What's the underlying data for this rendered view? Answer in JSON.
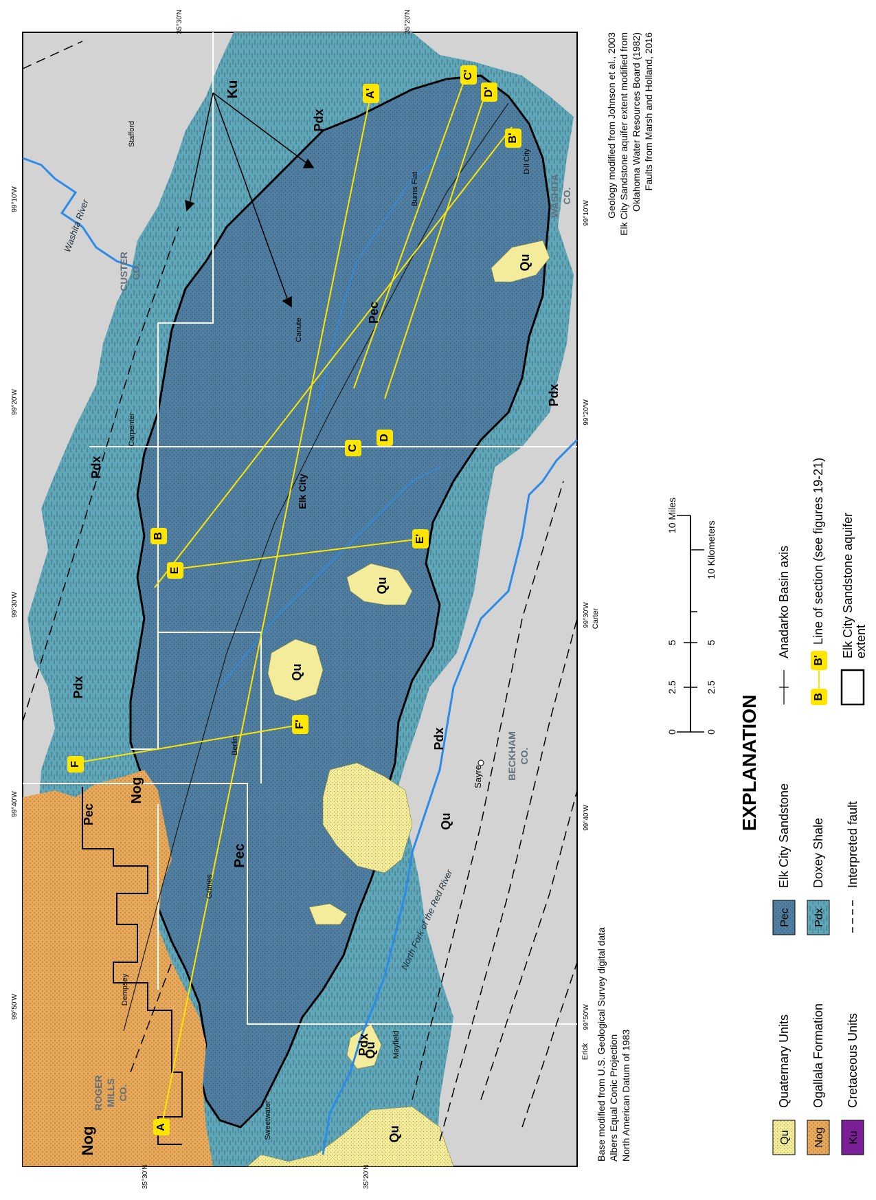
{
  "map": {
    "coord_labels": {
      "top_35_30": "35°30'N",
      "top_35_20": "35°20'N",
      "left_35_30": "35°30'N",
      "left_35_20": "35°20'N",
      "right_99_10": "99°10'W",
      "right_99_20": "99°20'W",
      "right_99_30": "99°30'W",
      "right_99_40": "99°40'W",
      "right_99_50": "99°50'W",
      "left_99_10": "99°10'W",
      "left_99_20": "99°20'W",
      "left_99_30": "99°30'W",
      "left_99_40": "99°40'W",
      "left_99_50": "99°50'W"
    },
    "unit_labels": {
      "nog_1": "Nog",
      "nog_2": "Nog",
      "pec_1": "Pec",
      "pec_2": "Pec",
      "pec_3": "Pec",
      "pdx_1": "Pdx",
      "pdx_2": "Pdx",
      "pdx_3": "Pdx",
      "pdx_4": "Pdx",
      "pdx_5": "Pdx",
      "qu_1": "Qu",
      "qu_2": "Qu",
      "qu_3": "Qu",
      "qu_4": "Qu",
      "qu_5": "Qu",
      "qu_6": "Qu",
      "ku": "Ku",
      "elk_city_bold": "Elk City"
    },
    "places": {
      "stafford": "Stafford",
      "burns_flat": "Burns Flat",
      "dill_city": "Dill City",
      "canute": "Canute",
      "carpenter": "Carpenter",
      "elk_city": "Elk City",
      "carter": "Carter",
      "berlin": "Berlin",
      "sayre": "Sayre",
      "grimes": "Grimes",
      "dempsey": "Dempsey",
      "sweetwater": "Sweetwater",
      "mayfield": "Mayfield",
      "erick": "Erick"
    },
    "counties": {
      "custer_1": "CUSTER",
      "custer_2": "CO.",
      "washita_1": "WASHITA",
      "washita_2": "CO.",
      "beckham_1": "BECKHAM",
      "beckham_2": "CO.",
      "roger_mills_1": "ROGER",
      "roger_mills_2": "MILLS",
      "roger_mills_3": "CO."
    },
    "rivers": {
      "washita": "Washita River",
      "north_fork": "North Fork of the Red River"
    },
    "sections": {
      "A": "A",
      "A_prime": "A'",
      "B": "B",
      "B_prime": "B'",
      "C": "C",
      "C_prime": "C'",
      "D": "D",
      "D_prime": "D'",
      "E": "E",
      "E_prime": "E'",
      "F": "F",
      "F_prime": "F'"
    }
  },
  "credits": {
    "base_1": "Base modified from U.S. Geological Survey digital data",
    "base_2": "Albers Equal Conic Projection",
    "base_3": "North American Datum of 1983",
    "geo_1": "Geology modified from Johnson et al., 2003",
    "geo_2": "Elk City Sandstone aquifer extent modified from",
    "geo_3": "Oklahoma Water Resources Board (1982)",
    "geo_4": "Faults from Marsh and Holland, 2016"
  },
  "scale": {
    "miles_label": "10 Miles",
    "km_label": "10 Kilometers",
    "mi_ticks": [
      "0",
      "2.5",
      "5"
    ],
    "km_ticks": [
      "0",
      "2.5",
      "5"
    ]
  },
  "legend": {
    "title": "EXPLANATION",
    "items": {
      "qu": {
        "code": "Qu",
        "label": "Quaternary Units",
        "color": "#f3ec9a"
      },
      "nog": {
        "code": "Nog",
        "label": "Ogallala Formation",
        "color": "#e8a95a"
      },
      "ku": {
        "code": "Ku",
        "label": "Cretaceous Units",
        "color": "#7a1f96"
      },
      "pec": {
        "code": "Pec",
        "label": "Elk City Sandstone",
        "color": "#4f7ea0"
      },
      "pdx": {
        "code": "Pdx",
        "label": "Doxey Shale",
        "color": "#5ea6b8"
      },
      "fault": {
        "label": "Interpreted fault"
      },
      "axis": {
        "label": "Anadarko Basin axis"
      },
      "section": {
        "code_start": "B",
        "code_end": "B'",
        "label": "Line of section (see figures 19-21)"
      },
      "extent": {
        "label_1": "Elk City Sandstone aquifer",
        "label_2": "extent"
      }
    }
  }
}
